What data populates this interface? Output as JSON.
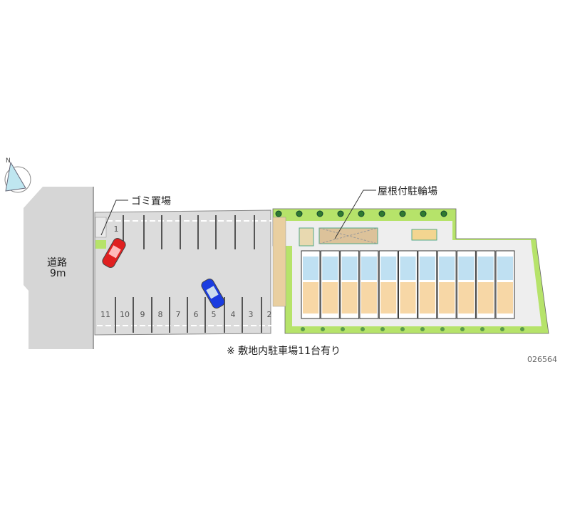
{
  "road": {
    "name": "道路",
    "width": "9m"
  },
  "labels": {
    "garbage": "ゴミ置場",
    "bike_parking": "屋根付駐輪場",
    "note": "※ 敷地内駐車場11台有り",
    "code": "026564"
  },
  "parking": {
    "top_slots": [
      "1"
    ],
    "bottom_slots": [
      "11",
      "10",
      "9",
      "8",
      "7",
      "6",
      "5",
      "4",
      "3",
      "2"
    ]
  },
  "units_count": 11,
  "colors": {
    "road": "#d6d6d6",
    "lot": "#dcdcdc",
    "green": "#b6e36a",
    "unit_blue": "#bfe0f2",
    "unit_floor": "#f7d7a6",
    "car_red": "#e02020",
    "car_blue": "#1a3ce0"
  }
}
